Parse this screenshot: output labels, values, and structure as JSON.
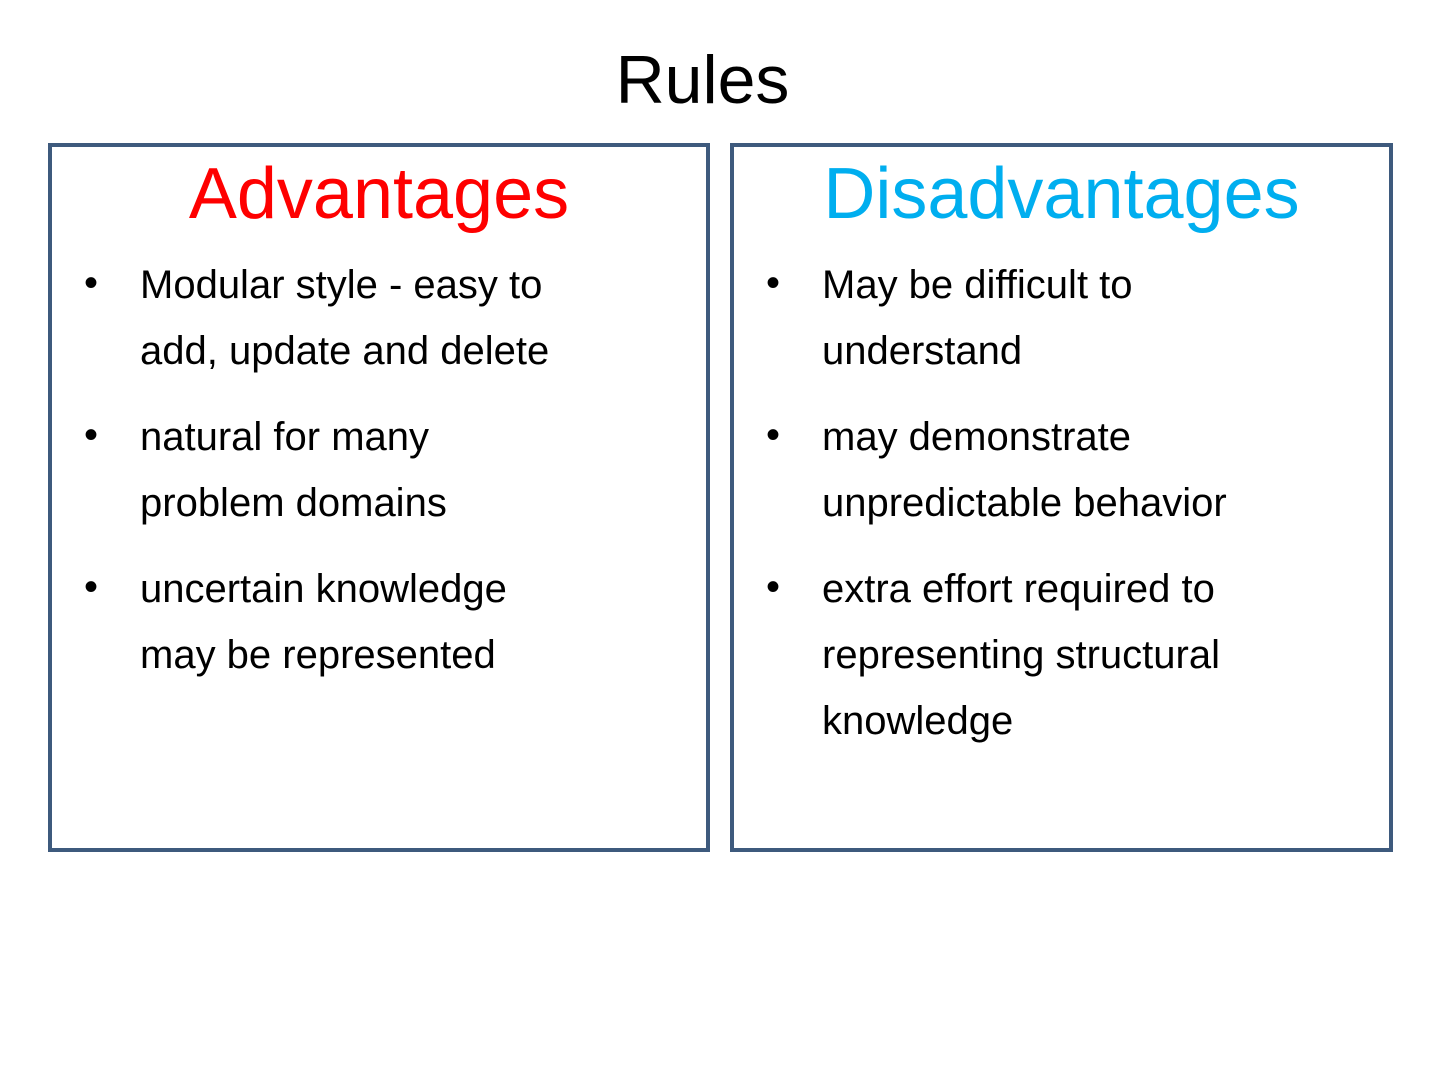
{
  "slide": {
    "title": "Rules",
    "background_color": "#ffffff",
    "box_border_color": "#3e5a7d",
    "title_color": "#000000",
    "body_text_color": "#000000"
  },
  "advantages": {
    "heading": "Advantages",
    "heading_color": "#fe0000",
    "items": [
      "Modular style - easy to add, update and delete",
      "natural for many problem domains",
      "uncertain knowledge may be represented"
    ]
  },
  "disadvantages": {
    "heading": "Disadvantages",
    "heading_color": "#00aeef",
    "items": [
      "May be difficult to understand",
      "may demonstrate unpredictable behavior",
      "extra effort required to representing structural knowledge"
    ]
  }
}
